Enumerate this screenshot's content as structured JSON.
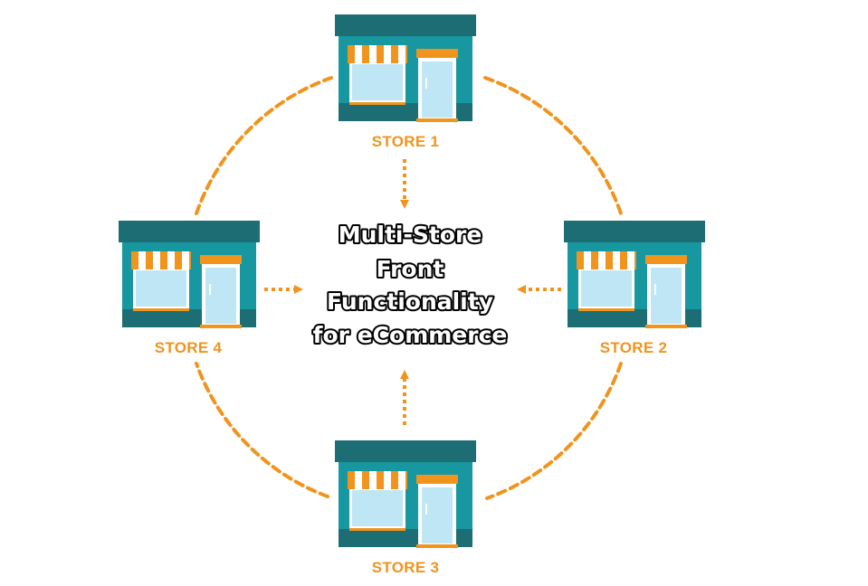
{
  "center_title": {
    "lines": [
      "Multi-Store",
      "Front",
      "Functionality",
      "for eCommerce"
    ]
  },
  "stores": [
    {
      "label": "STORE 1",
      "position": "top"
    },
    {
      "label": "STORE 2",
      "position": "right"
    },
    {
      "label": "STORE 3",
      "position": "bottom"
    },
    {
      "label": "STORE 4",
      "position": "left"
    }
  ],
  "colors": {
    "accent": "#f0941d",
    "store_teal": "#17979f",
    "store_dark": "#1c6e74",
    "glass": "#bfe6f4",
    "text_outline": "#000000",
    "text_fill": "#ffffff"
  }
}
